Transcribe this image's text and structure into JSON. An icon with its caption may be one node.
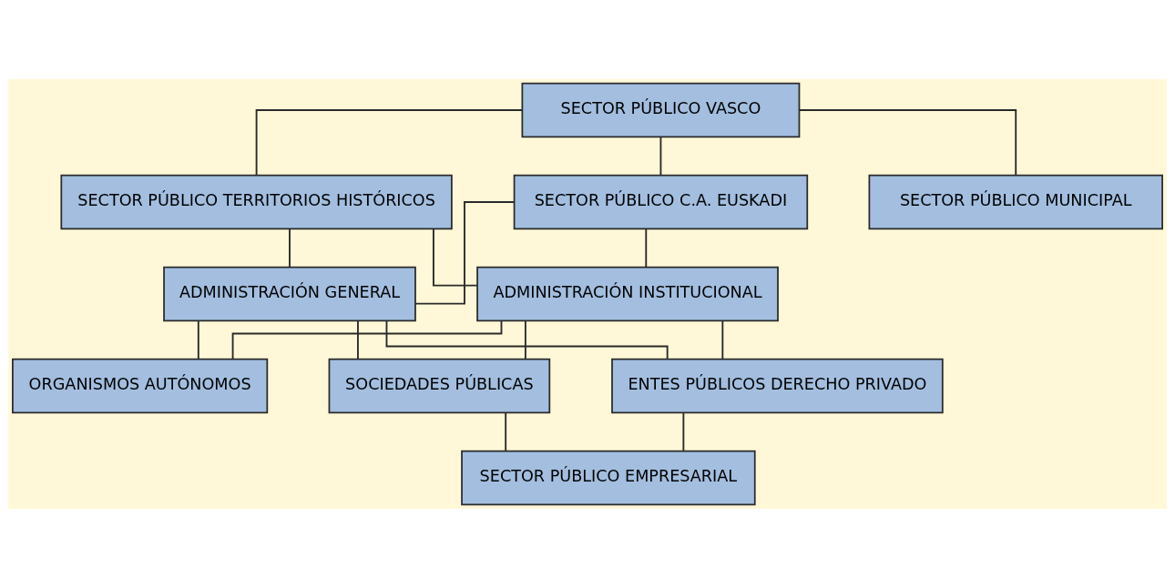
{
  "diagram": {
    "nodes": [
      {
        "text": [
          "SECTOR PÚBLICO VASCO"
        ]
      },
      {
        "text": [
          "SECTOR PÚBLICO C.A. EUSKADI"
        ]
      },
      {
        "text": [
          "SECTOR PÚBLICO TERRITORIOS HISTÓRICOS"
        ]
      },
      {
        "text": [
          "SECTOR PÚBLICO MUNICIPAL"
        ]
      },
      {
        "text": [
          "ADMINISTRACIÓN GENERAL"
        ]
      },
      {
        "text": [
          "ADMINISTRACIÓN INSTITUCIONAL"
        ]
      },
      {
        "text": [
          "ORGANISMOS AUTÓNOMOS"
        ]
      },
      {
        "text": [
          "ENTES PÚBLICOS DERECHO PRIVADO"
        ]
      },
      {
        "text": [
          "SOCIEDADES PÚBLICAS"
        ]
      },
      {
        "text": [
          "SECTOR PÚBLICO EMPRESARIAL"
        ]
      }
    ],
    "edges": [
      {
        "from": 0,
        "to": 1,
        "arrow": "none"
      },
      {
        "from": 0,
        "to": 2,
        "arrow": "none"
      },
      {
        "from": 0,
        "to": 3,
        "arrow": "none"
      },
      {
        "from": 1,
        "to": 4,
        "arrow": "none"
      },
      {
        "from": 1,
        "to": 5,
        "arrow": "none"
      },
      {
        "from": 2,
        "to": 4,
        "arrow": "none"
      },
      {
        "from": 2,
        "to": 5,
        "arrow": "none"
      },
      {
        "from": 4,
        "to": 6,
        "arrow": "none"
      },
      {
        "from": 4,
        "to": 7,
        "arrow": "none"
      },
      {
        "from": 4,
        "to": 8,
        "arrow": "none"
      },
      {
        "from": 5,
        "to": 6,
        "arrow": "none"
      },
      {
        "from": 5,
        "to": 7,
        "arrow": "none"
      },
      {
        "from": 5,
        "to": 8,
        "arrow": "none"
      },
      {
        "from": 7,
        "to": 9,
        "arrow": "none"
      },
      {
        "from": 8,
        "to": 9,
        "arrow": "none"
      }
    ]
  }
}
